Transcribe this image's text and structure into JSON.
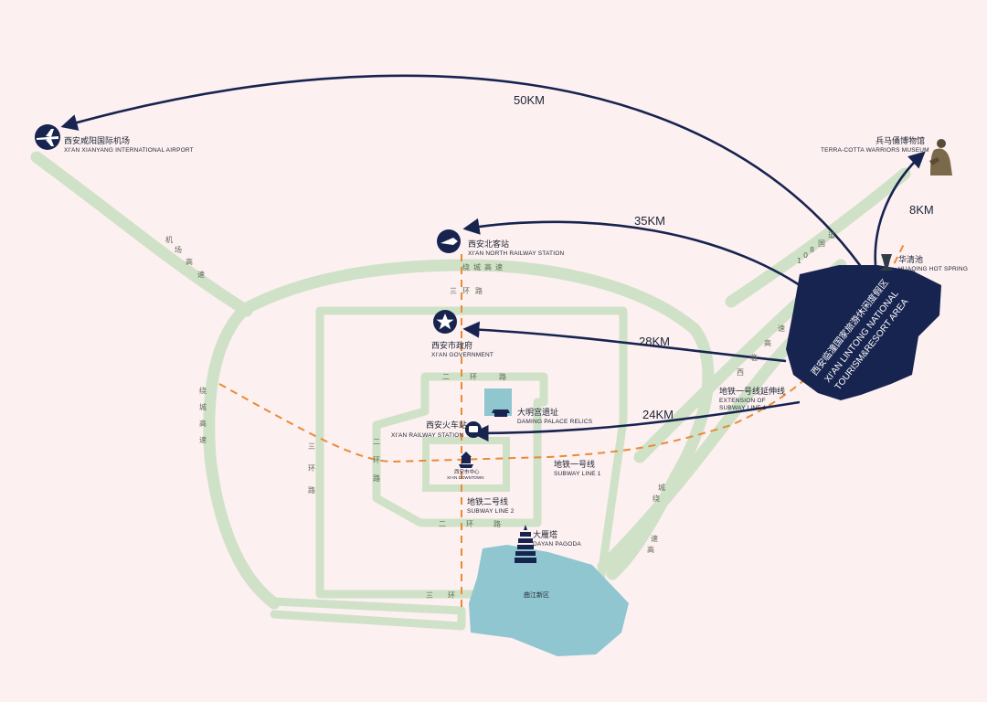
{
  "colors": {
    "background": "#fdf0f1",
    "road": "#cfe2c7",
    "metro": "#ea8a35",
    "route": "#17244f",
    "resort": "#17244f",
    "water": "#8fc6cf"
  },
  "places": {
    "airport": {
      "zh": "西安咸阳国际机场",
      "en": "XI'AN XIANYANG INTERNATIONAL AIRPORT",
      "icon": "airplane-icon"
    },
    "north_station": {
      "zh": "西安北客站",
      "en": "XI'AN NORTH RAILWAY STATION",
      "icon": "train-icon"
    },
    "government": {
      "zh": "西安市政府",
      "en": "XI'AN GOVERNMENT",
      "icon": "star-icon"
    },
    "railway_station": {
      "zh": "西安火车站",
      "en": "XI'AN RAILWAY STATION",
      "icon": "train-icon"
    },
    "daming_palace": {
      "zh": "大明宫遗址",
      "en": "DAMING PALACE RELICS",
      "icon": "palace-icon"
    },
    "downtown": {
      "zh": "西安市中心",
      "en": "XI'AN DOWNTOWN",
      "icon": "bell-tower-icon"
    },
    "dayan_pagoda": {
      "zh": "大雁塔",
      "en": "DAYAN PAGODA",
      "icon": "pagoda-icon"
    },
    "qujiang": {
      "zh": "曲江新区"
    },
    "terracotta": {
      "zh": "兵马俑博物馆",
      "en": "TERRA-COTTA WARRIORS MUSEUM",
      "icon": "warrior-statue-icon"
    },
    "huaqing": {
      "zh": "华清池",
      "en": "HUAQING HOT SPRING",
      "icon": "statue-icon"
    },
    "resort": {
      "zh": "西安临潼国家旅游休闲度假区",
      "en_line1": "XI'AN LINTONG NATIONAL",
      "en_line2": "TOURISM&RESORT AREA"
    }
  },
  "lines": {
    "subway1": {
      "zh": "地铁一号线",
      "en": "SUBWAY LINE 1"
    },
    "subway2": {
      "zh": "地铁二号线",
      "en": "SUBWAY LINE 2"
    },
    "subway1_ext": {
      "zh": "地铁一号线延伸线",
      "en_line1": "EXTENSION OF",
      "en_line2": "SUBWAY LINE 1"
    }
  },
  "roads": {
    "airport_expressway": [
      "机",
      "场",
      "高",
      "速"
    ],
    "raocheng_expressway_north": [
      "绕",
      "城",
      "高",
      "速"
    ],
    "raocheng_expressway_west": [
      "绕",
      "城",
      "高",
      "速"
    ],
    "third_ring_north": [
      "三",
      "环",
      "路"
    ],
    "third_ring_west": [
      "三",
      "环",
      "路"
    ],
    "third_ring_south": [
      "三",
      "环"
    ],
    "second_ring_north": [
      "二",
      "环",
      "路"
    ],
    "second_ring_west": [
      "二",
      "环",
      "路"
    ],
    "second_ring_south": [
      "二",
      "环",
      "路"
    ],
    "xilin_expressway": [
      "西",
      "临",
      "高",
      "速"
    ],
    "raocheng_expressway_east": [
      "绕",
      "城",
      "高",
      "速"
    ],
    "road_108": [
      "1",
      "0",
      "8",
      "国",
      "道"
    ]
  },
  "distances": {
    "airport": "50KM",
    "north_station": "35KM",
    "government": "28KM",
    "railway_station": "24KM",
    "terracotta": "8KM"
  }
}
